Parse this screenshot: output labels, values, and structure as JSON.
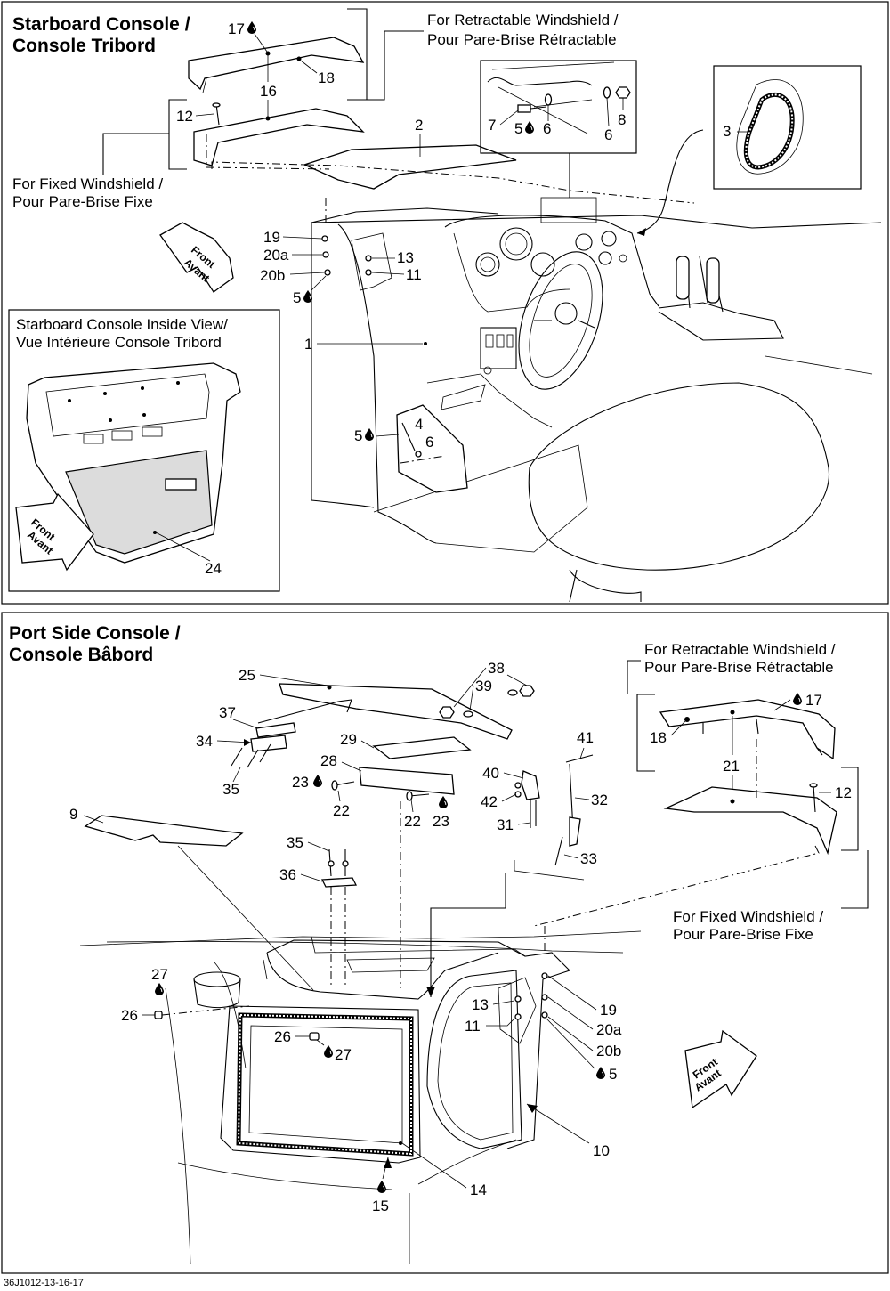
{
  "document": {
    "drawing_code": "36J1012-13-16-17"
  },
  "starboard": {
    "title_line1": "Starboard Console /",
    "title_line2": "Console Tribord",
    "retractable_note_line1": "For Retractable Windshield /",
    "retractable_note_line2": "Pour Pare-Brise Rétractable",
    "fixed_note_line1": "For Fixed Windshield /",
    "fixed_note_line2": "Pour Pare-Brise Fixe",
    "inside_view_line1": "Starboard Console Inside View/",
    "inside_view_line2": "Vue Intérieure Console Tribord",
    "front_arrow_line1": "Front",
    "front_arrow_line2": "Avant",
    "labels": {
      "p17": "17",
      "p18": "18",
      "p16": "16",
      "p12": "12",
      "p2": "2",
      "p7": "7",
      "p5a": "5",
      "p6a": "6",
      "p6b": "6",
      "p8": "8",
      "p3": "3",
      "p19": "19",
      "p20a": "20a",
      "p20b": "20b",
      "p5b": "5",
      "p13": "13",
      "p11": "11",
      "p1": "1",
      "p5c": "5",
      "p4": "4",
      "p6c": "6",
      "p24": "24"
    }
  },
  "port": {
    "title_line1": "Port Side Console /",
    "title_line2": "Console Bâbord",
    "retractable_note_line1": "For Retractable Windshield /",
    "retractable_note_line2": "Pour Pare-Brise Rétractable",
    "fixed_note_line1": "For Fixed Windshield /",
    "fixed_note_line2": "Pour Pare-Brise Fixe",
    "front_arrow_line1": "Front",
    "front_arrow_line2": "Avant",
    "labels": {
      "p25": "25",
      "p38": "38",
      "p39": "39",
      "p37": "37",
      "p34": "34",
      "p35a": "35",
      "p29": "29",
      "p28": "28",
      "p23a": "23",
      "p22a": "22",
      "p22b": "22",
      "p23b": "23",
      "p41": "41",
      "p40": "40",
      "p42": "42",
      "p32": "32",
      "p31": "31",
      "p33": "33",
      "p9": "9",
      "p35b": "35",
      "p36": "36",
      "p17": "17",
      "p18": "18",
      "p21": "21",
      "p12": "12",
      "p27a": "27",
      "p26a": "26",
      "p26b": "26",
      "p27b": "27",
      "p13": "13",
      "p11": "11",
      "p19": "19",
      "p20a": "20a",
      "p20b": "20b",
      "p5": "5",
      "p10": "10",
      "p14": "14",
      "p15": "15"
    }
  }
}
